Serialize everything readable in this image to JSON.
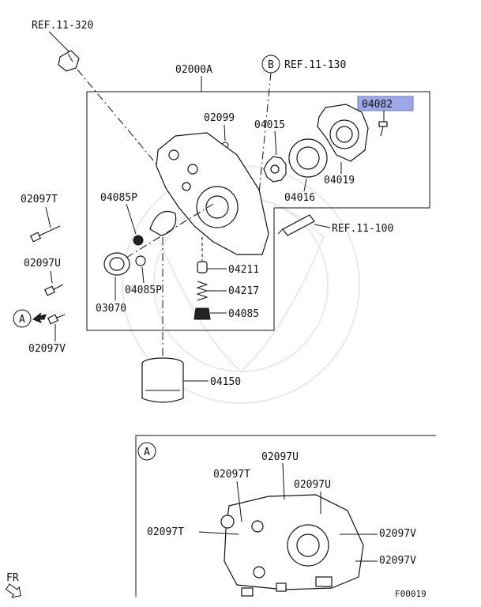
{
  "labels": {
    "ref_11_320": "REF.11-320",
    "ref_11_130": "REF.11-130",
    "ref_11_100": "REF.11-100",
    "circle_b": "B",
    "circle_a_left": "A",
    "circle_a_inset": "A",
    "p02000a": "02000A",
    "p02099": "02099",
    "p04015": "04015",
    "p04082": "04082",
    "p04019": "04019",
    "p04016": "04016",
    "p04085p_top": "04085P",
    "p04085p_bottom": "04085P",
    "p03070": "03070",
    "p04211": "04211",
    "p04217": "04217",
    "p04085": "04085",
    "p04150": "04150",
    "p02097t": "02097T",
    "p02097u": "02097U",
    "p02097v": "02097V",
    "inset_02097u_top": "02097U",
    "inset_02097t_top": "02097T",
    "inset_02097u_right": "02097U",
    "inset_02097t_left": "02097T",
    "inset_02097v_right1": "02097V",
    "inset_02097v_right2": "02097V",
    "fr": "FR",
    "figure_code": "F00019"
  },
  "colors": {
    "highlight": "#9fa8e6",
    "ink": "#111111"
  }
}
